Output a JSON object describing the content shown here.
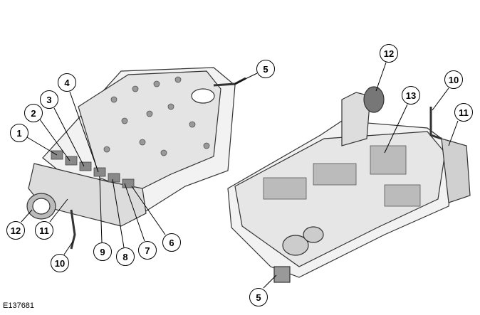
{
  "figure_id": "E137681",
  "left_view": {
    "callouts": [
      "1",
      "2",
      "3",
      "4",
      "5",
      "6",
      "7",
      "8",
      "9",
      "10",
      "11",
      "12"
    ]
  },
  "right_view": {
    "callouts": [
      "12",
      "13",
      "10",
      "11",
      "5"
    ]
  }
}
